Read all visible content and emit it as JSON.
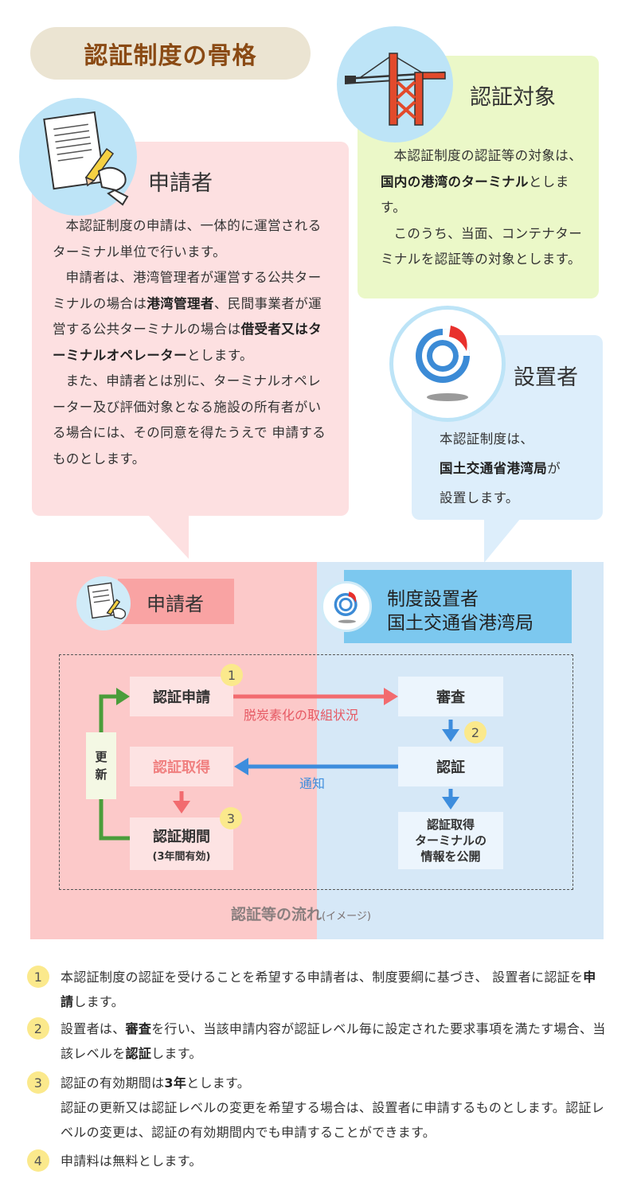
{
  "title": "認証制度の骨格",
  "applicant": {
    "title": "申請者",
    "p1": "本認証制度の申請は、一体的に運営されるターミナル単位で行います。",
    "p2_a": "申請者は、港湾管理者が運営する公共ターミナルの場合は",
    "p2_b": "港湾管理者",
    "p2_c": "、民間事業者が運営する公共ターミナルの場合は",
    "p2_d": "借受者又はターミナルオペレーター",
    "p2_e": "とします。",
    "p3": "また、申請者とは別に、ターミナルオペレーター及び評価対象となる施設の所有者がいる場合には、その同意を得たうえで 申請するものとします。"
  },
  "target": {
    "title": "認証対象",
    "p1_a": "本認証制度の認証等の対象は、",
    "p1_b": "国内の港湾のターミナル",
    "p1_c": "とします。",
    "p2": "このうち、当面、コンテナターミナルを認証等の対象とします。"
  },
  "establisher": {
    "title": "設置者",
    "l1": "本認証制度は、",
    "l2_b": "国土交通省港湾局",
    "l2_c": "が",
    "l3": "設置します。"
  },
  "flow": {
    "applicant_header": "申請者",
    "est_header_1": "制度設置者",
    "est_header_2": "国土交通省港湾局",
    "box_shinsei": "認証申請",
    "box_shutoku": "認証取得",
    "box_kikan": "認証期間",
    "box_kikan_sub": "(3年間有効)",
    "box_shinsa": "審査",
    "box_ninsho": "認証",
    "box_kokai_1": "認証取得",
    "box_kokai_2": "ターミナルの",
    "box_kokai_3": "情報を公開",
    "box_koshin_1": "更",
    "box_koshin_2": "新",
    "label_datsu": "脱炭素化の取組状況",
    "label_tsuchi": "通知",
    "badge_1": "1",
    "badge_2": "2",
    "badge_3": "3",
    "caption": "認証等の流れ",
    "caption_small": "(イメージ)"
  },
  "notes": [
    {
      "num": "1",
      "a": "本認証制度の認証を受けることを希望する申請者は、制度要綱に基づき、 設置者に認証を",
      "b": "申請",
      "c": "します。"
    },
    {
      "num": "2",
      "a": "設置者は、",
      "b": "審査",
      "c": "を行い、当該申請内容が認証レベル毎に設定された要求事項を満たす場合、当該レベルを",
      "d": "認証",
      "e": "します。"
    },
    {
      "num": "3",
      "a": "認証の有効期間は",
      "b": "3年",
      "c": "とします。",
      "d": "認証の更新又は認証レベルの変更を希望する場合は、設置者に申請するものとします。認証レベルの変更は、認証の有効期間内でも申請することができます。"
    },
    {
      "num": "4",
      "a": "申請料は無料とします。"
    }
  ],
  "colors": {
    "applicant_bg": "#fde0e1",
    "target_bg": "#ebf8c8",
    "establisher_bg": "#ddeefb",
    "flow_left": "#fcc9c9",
    "flow_right": "#d6e8f7",
    "arrow_red": "#f26b6f",
    "arrow_blue": "#3d8ddd",
    "arrow_green": "#4a9d3a",
    "badge": "#fbe98c"
  },
  "icons": [
    "clipboard-writing-icon",
    "container-crane-icon",
    "mlit-logo-icon"
  ]
}
